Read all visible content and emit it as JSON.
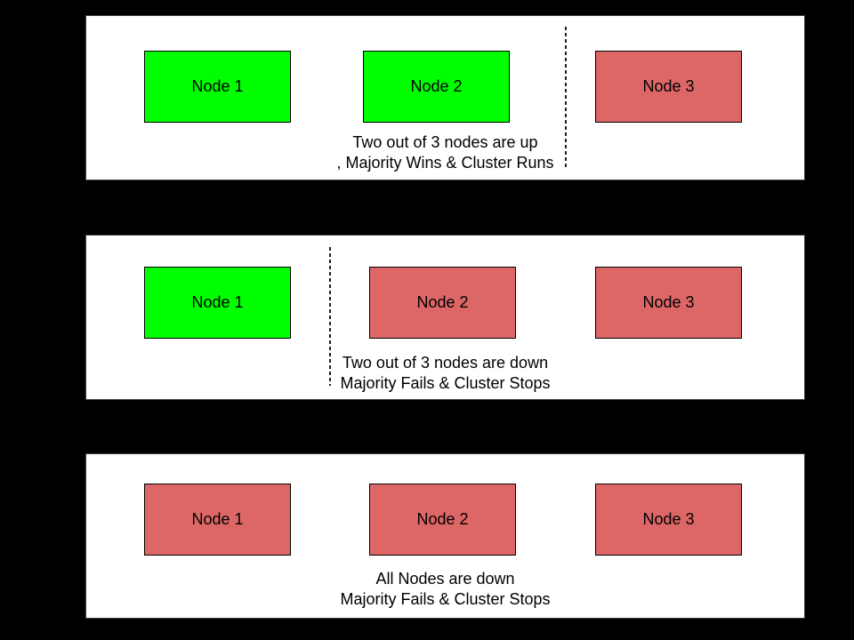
{
  "colors": {
    "background": "#000000",
    "panel_background": "#ffffff",
    "node_up": "#00ff00",
    "node_down": "#dd6666",
    "node_border": "#000000",
    "text": "#000000"
  },
  "panels": [
    {
      "name": "two-nodes-up",
      "nodes": [
        {
          "label": "Node 1",
          "status": "up"
        },
        {
          "label": "Node 2",
          "status": "up"
        },
        {
          "label": "Node 3",
          "status": "down"
        }
      ],
      "caption": {
        "line1": "Two out of 3 nodes are up",
        "line2": ", Majority Wins & Cluster Runs"
      },
      "has_divider": true
    },
    {
      "name": "two-nodes-down",
      "nodes": [
        {
          "label": "Node 1",
          "status": "up"
        },
        {
          "label": "Node 2",
          "status": "down"
        },
        {
          "label": "Node 3",
          "status": "down"
        }
      ],
      "caption": {
        "line1": "Two out of 3 nodes are down",
        "line2": "Majority Fails & Cluster Stops"
      },
      "has_divider": true
    },
    {
      "name": "all-nodes-down",
      "nodes": [
        {
          "label": "Node 1",
          "status": "down"
        },
        {
          "label": "Node 2",
          "status": "down"
        },
        {
          "label": "Node 3",
          "status": "down"
        }
      ],
      "caption": {
        "line1": "All Nodes are down",
        "line2": "Majority Fails & Cluster Stops"
      },
      "has_divider": false
    }
  ]
}
